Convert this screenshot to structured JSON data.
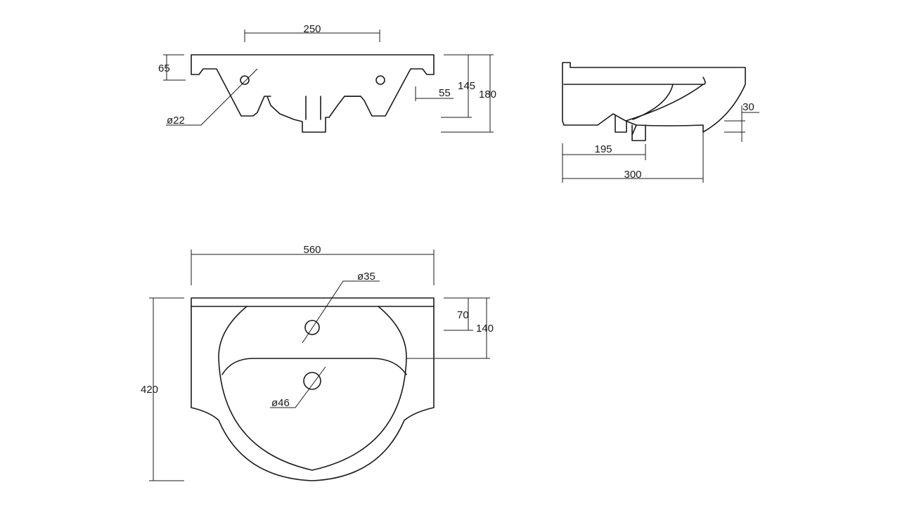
{
  "colors": {
    "line": "#1a1a1a",
    "background": "#ffffff"
  },
  "front_view": {
    "dim_tap_spacing": "250",
    "dim_rim_height": "65",
    "dim_hole_diameter": "ø22",
    "dim_overflow_offset": "55",
    "dim_height_inner": "145",
    "dim_height_total": "180"
  },
  "side_view": {
    "dim_drop": "30",
    "dim_waste_offset": "195",
    "dim_depth": "300"
  },
  "top_view": {
    "dim_width": "560",
    "dim_tap_hole": "ø35",
    "dim_tap_offset": "70",
    "dim_waste_offset": "140",
    "dim_waste_hole": "ø46",
    "dim_length": "420"
  }
}
